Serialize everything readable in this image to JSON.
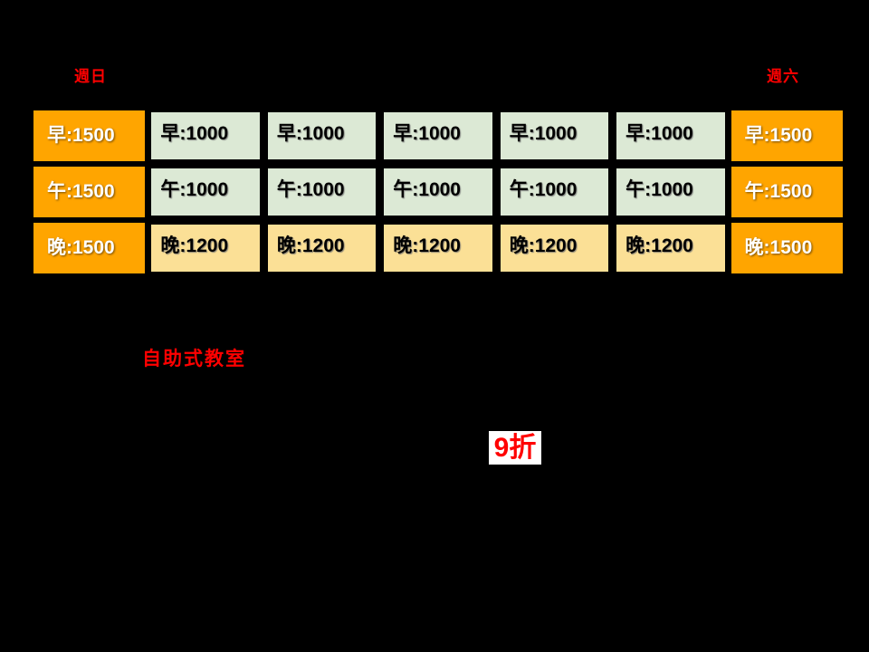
{
  "colors": {
    "background": "#000000",
    "weekend_cell": "#FFA500",
    "day_cell": "#DCE9D5",
    "evening_cell": "#FBE096",
    "accent_red": "#FF0000",
    "weekend_cell_text": "#FFFFFF",
    "light_cell_text": "#000000",
    "highlight_bg": "#FFFFFF"
  },
  "header": {
    "sunday_label": "週日",
    "saturday_label": "週六"
  },
  "price_table": {
    "rows": [
      {
        "period": "早",
        "cells": [
          "早:1500",
          "早:1000",
          "早:1000",
          "早:1000",
          "早:1000",
          "早:1000",
          "早:1500"
        ]
      },
      {
        "period": "午",
        "cells": [
          "午:1500",
          "午:1000",
          "午:1000",
          "午:1000",
          "午:1000",
          "午:1000",
          "午:1500"
        ]
      },
      {
        "period": "晚",
        "cells": [
          "晚:1500",
          "晚:1200",
          "晚:1200",
          "晚:1200",
          "晚:1200",
          "晚:1200",
          "晚:1500"
        ]
      }
    ]
  },
  "annotations": {
    "self_service_label": "自助式教室",
    "discount_label": "9折"
  }
}
